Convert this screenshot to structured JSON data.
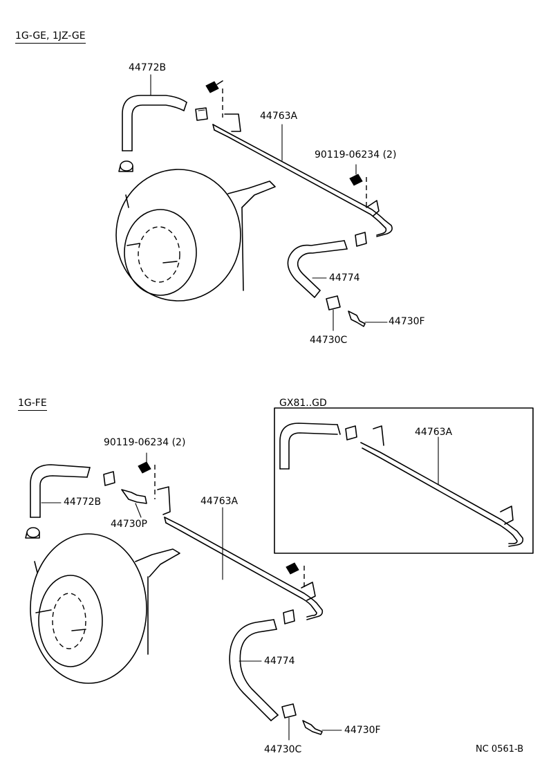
{
  "sections": {
    "top": {
      "header": "1G-GE, 1JZ-GE",
      "labels": {
        "hose_upper": "44772B",
        "pipe": "44763A",
        "bolt": "90119-06234 (2)",
        "hose_lower": "44774",
        "check_valve": "44730F",
        "clamp": "44730C"
      }
    },
    "bottom": {
      "header": "1G-FE",
      "labels": {
        "bolt": "90119-06234 (2)",
        "hose_upper": "44772B",
        "union": "44730P",
        "pipe": "44763A",
        "hose_lower": "44774",
        "check_valve": "44730F",
        "clamp": "44730C"
      }
    },
    "inset": {
      "header": "GX81..GD",
      "labels": {
        "pipe": "44763A"
      }
    }
  },
  "footer_code": "NC 0561-B"
}
